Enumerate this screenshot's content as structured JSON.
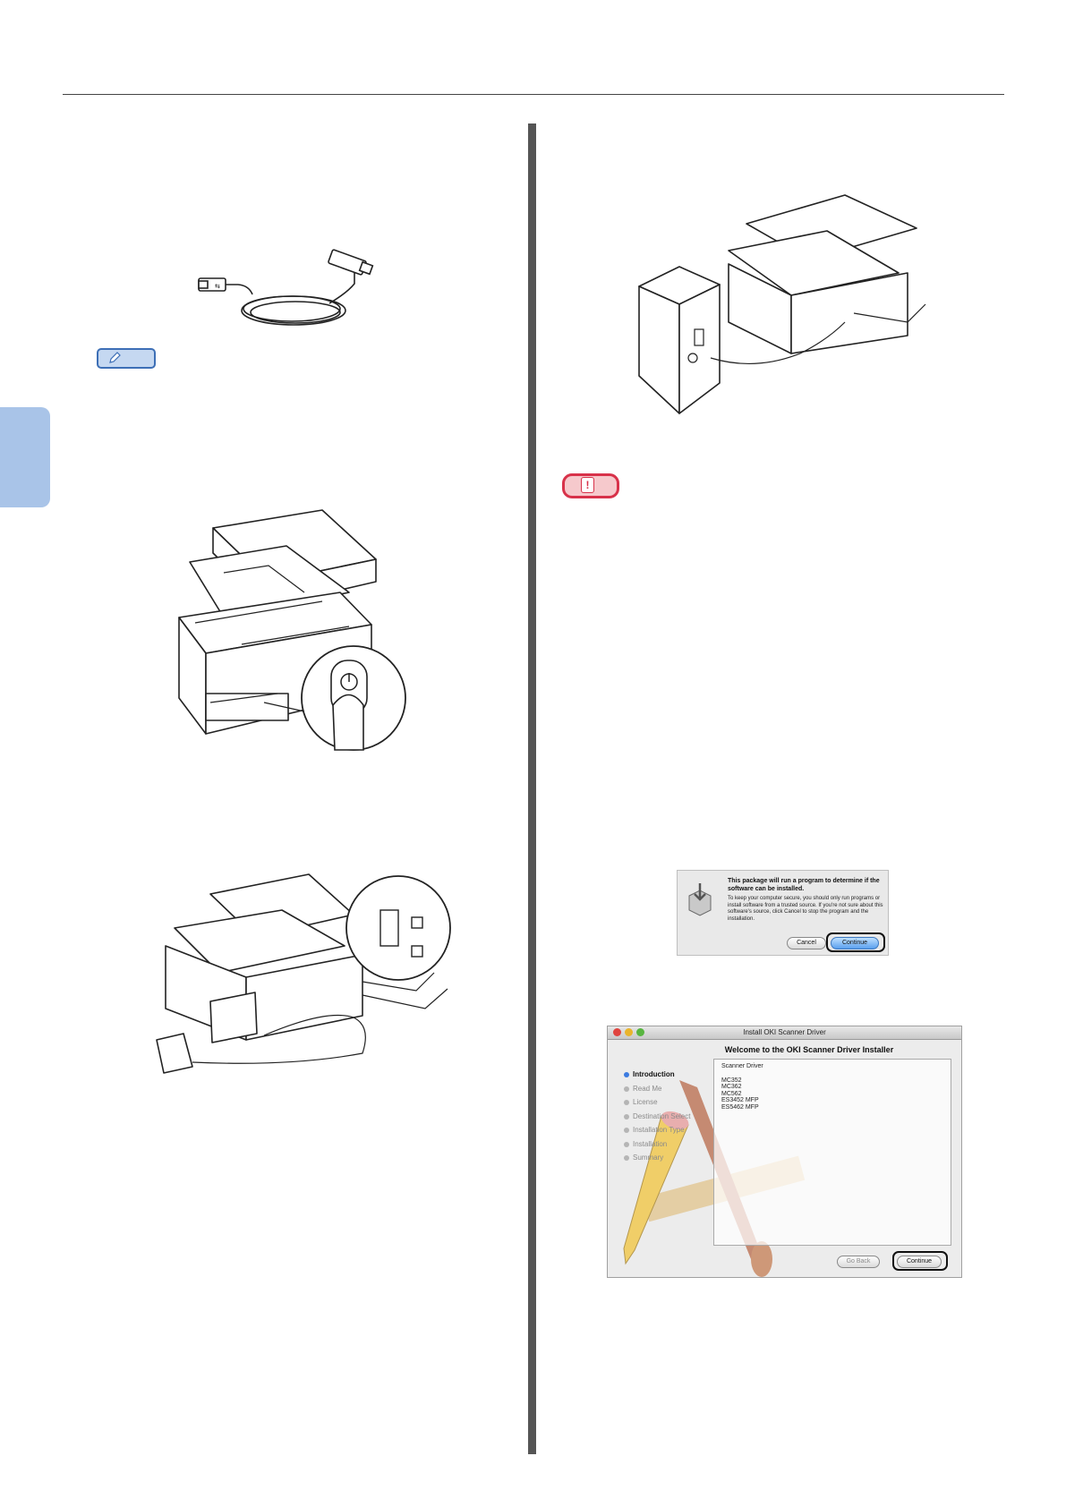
{
  "alert_dialog": {
    "title": "This package will run a program to determine if the software can be installed.",
    "body": "To keep your computer secure, you should only run programs or install software from a trusted source. If you're not sure about this software's source, click Cancel to stop the program and the installation.",
    "cancel_label": "Cancel",
    "continue_label": "Continue"
  },
  "installer_window": {
    "title": "Install OKI Scanner Driver",
    "heading": "Welcome to the OKI Scanner Driver Installer",
    "steps": [
      "Introduction",
      "Read Me",
      "License",
      "Destination Select",
      "Installation Type",
      "Installation",
      "Summary"
    ],
    "active_step": "Introduction",
    "content_heading": "Scanner Driver",
    "models": [
      "MC352",
      "MC362",
      "MC562",
      "ES3452 MFP",
      "ES5462 MFP"
    ],
    "go_back_label": "Go Back",
    "continue_label": "Continue"
  },
  "note_badge": {
    "symbol": "!"
  },
  "colors": {
    "chapter_tab": "#a9c4e8",
    "memo_border": "#3d6fb6",
    "note_border": "#d8324a",
    "highlight": "#111111"
  },
  "icons": [
    "usb-cable-illustration",
    "pencil-icon",
    "printer-illustration",
    "power-button-icon",
    "computer-tower-illustration",
    "installer-package-icon"
  ]
}
